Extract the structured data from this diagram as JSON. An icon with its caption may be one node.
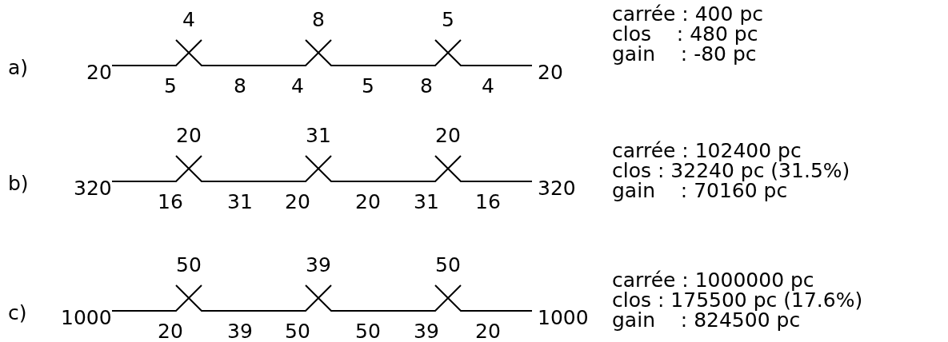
{
  "diagram": {
    "labels": [
      "a)",
      "4",
      "8",
      "5",
      "20",
      "5",
      "8",
      "4",
      "5",
      "8",
      "4",
      "20",
      "carrée : 400 pc",
      "clos    : 480 pc",
      "gain    : -80 pc",
      "b)",
      "20",
      "31",
      "20",
      "320",
      "16",
      "31",
      "20",
      "20",
      "31",
      "16",
      "320",
      "carrée : 102400 pc",
      "clos : 32240 pc (31.5%)",
      "gain    : 70160 pc",
      "c)",
      "50",
      "39",
      "50",
      "1000",
      "20",
      "39",
      "50",
      "50",
      "39",
      "20",
      "1000",
      "carrée : 1000000 pc",
      "clos : 175500 pc (17.6%)",
      "gain    : 824500 pc"
    ]
  }
}
